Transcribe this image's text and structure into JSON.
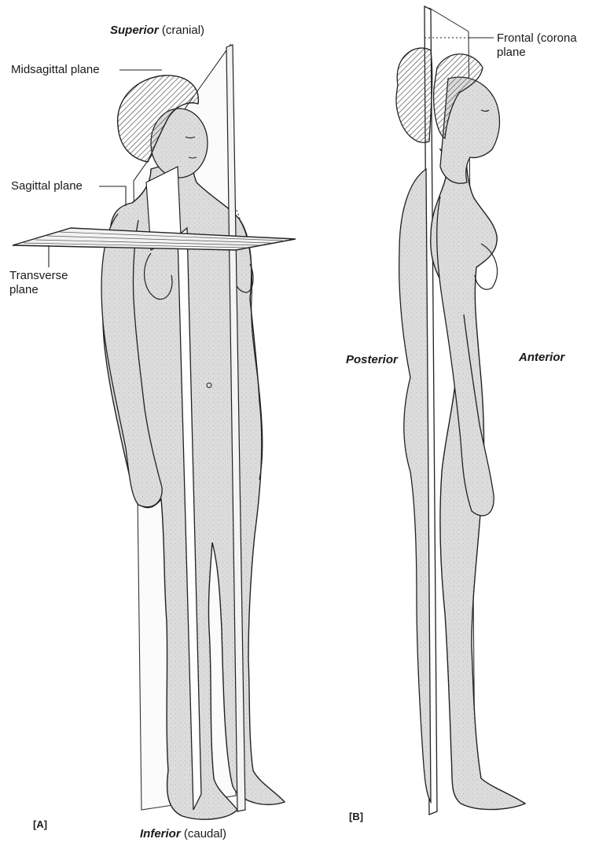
{
  "diagram": {
    "panel_a": {
      "tag": "[A]",
      "superior_term": "Superior",
      "superior_note": "(cranial)",
      "inferior_term": "Inferior",
      "inferior_note": "(caudal)",
      "midsagittal_label": "Midsagittal plane",
      "sagittal_label": "Sagittal plane",
      "transverse_label_line1": "Transverse",
      "transverse_label_line2": "plane"
    },
    "panel_b": {
      "tag": "[B]",
      "frontal_label_line1": "Frontal (corona",
      "frontal_label_line2": "plane",
      "posterior_label": "Posterior",
      "anterior_label": "Anterior"
    },
    "colors": {
      "ink": "#1a1a1a",
      "skin": "#e2e2e2",
      "hair": "#2b2b2b",
      "plane": "#ffffff"
    }
  }
}
